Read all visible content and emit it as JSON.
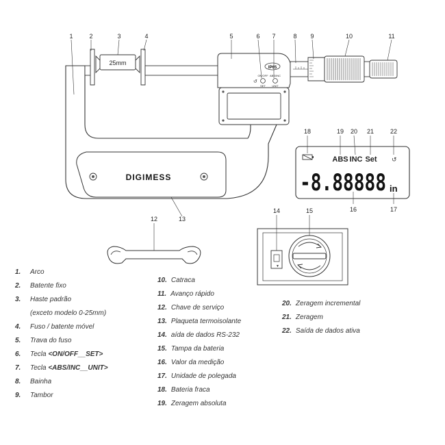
{
  "device": {
    "brand": "DIGIMESS",
    "standard_label": "25mm",
    "ip_rating": "IP65",
    "btn_onoff": "ON/OFF",
    "btn_set": "SET",
    "btn_absinc": "ABS/INC",
    "btn_unit": "UNIT"
  },
  "lcd": {
    "abs": "ABS",
    "inc": "INC",
    "set": "Set",
    "value": "-8.88888",
    "unit": "in"
  },
  "callouts": [
    "1",
    "2",
    "3",
    "4",
    "5",
    "6",
    "7",
    "8",
    "9",
    "10",
    "11",
    "12",
    "13",
    "14",
    "15",
    "16",
    "17",
    "18",
    "19",
    "20",
    "21",
    "22"
  ],
  "legend_col1": [
    {
      "n": "1.",
      "t": "Arco"
    },
    {
      "n": "2.",
      "t": "Batente fixo"
    },
    {
      "n": "3.",
      "t": "Haste padrão"
    },
    {
      "n": "",
      "t": "(exceto modelo 0-25mm)"
    },
    {
      "n": "4.",
      "t": "Fuso / batente móvel"
    },
    {
      "n": "5.",
      "t": "Trava do fuso"
    },
    {
      "n": "6.",
      "t": "Tecla ",
      "b": "<ON/OFF__SET>"
    },
    {
      "n": "7.",
      "t": "Tecla ",
      "b": "<ABS/INC__UNIT>"
    },
    {
      "n": "8.",
      "t": "Bainha"
    },
    {
      "n": "9.",
      "t": "Tambor"
    }
  ],
  "legend_col2": [
    {
      "n": "10.",
      "t": "Catraca"
    },
    {
      "n": "11.",
      "t": "Avanço rápido"
    },
    {
      "n": "12.",
      "t": "Chave de serviço"
    },
    {
      "n": "13.",
      "t": "Plaqueta termoisolante"
    },
    {
      "n": "14.",
      "t": "aída de dados RS-232"
    },
    {
      "n": "15.",
      "t": "Tampa da bateria"
    },
    {
      "n": "16.",
      "t": "Valor da medição"
    },
    {
      "n": "17.",
      "t": "Unidade de polegada"
    },
    {
      "n": "18.",
      "t": "Bateria fraca"
    },
    {
      "n": "19.",
      "t": "Zeragem absoluta"
    }
  ],
  "legend_col3": [
    {
      "n": "20.",
      "t": "Zeragem incremental"
    },
    {
      "n": "21.",
      "t": "Zeragem"
    },
    {
      "n": "22.",
      "t": "Saída de dados ativa"
    }
  ]
}
